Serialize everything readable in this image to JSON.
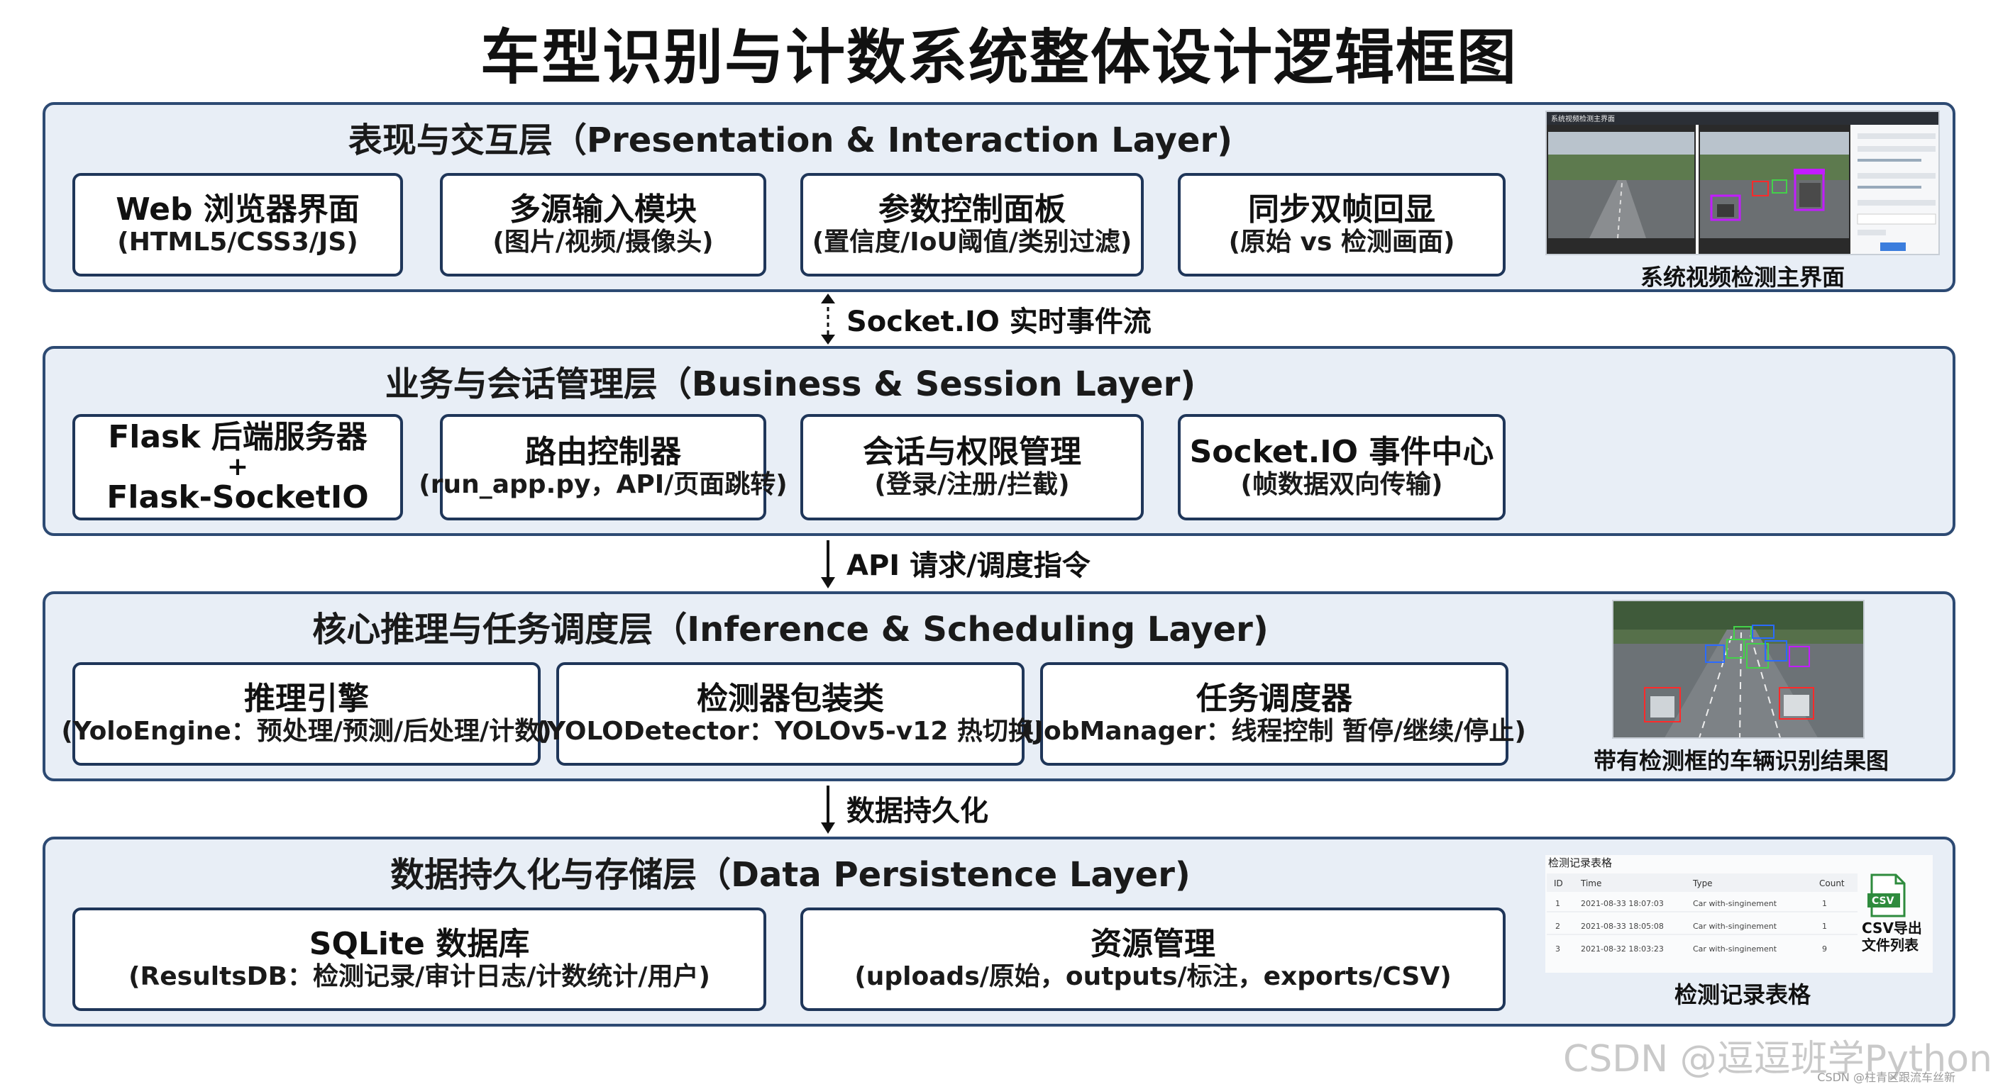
{
  "title": "车型识别与计数系统整体设计逻辑框图",
  "layers": [
    {
      "title": "表现与交互层（Presentation & Interaction Layer)",
      "boxes": [
        {
          "line1": "Web 浏览器界面",
          "line2": "(HTML5/CSS3/JS)"
        },
        {
          "line1": "多源输入模块",
          "line2": "(图片/视频/摄像头)"
        },
        {
          "line1": "参数控制面板",
          "line2": "(置信度/IoU阈值/类别过滤)"
        },
        {
          "line1": "同步双帧回显",
          "line2": "(原始 vs 检测画面)"
        }
      ],
      "thumb_header": "系统视频检测主界面",
      "caption": "系统视频检测主界面"
    },
    {
      "title": "业务与会话管理层（Business & Session Layer)",
      "boxes": [
        {
          "line1": "Flask 后端服务器",
          "plus": "+",
          "line3": "Flask-SocketIO"
        },
        {
          "line1": "路由控制器",
          "line2": "(run_app.py，API/页面跳转)"
        },
        {
          "line1": "会话与权限管理",
          "line2": "(登录/注册/拦截)"
        },
        {
          "line1": "Socket.IO 事件中心",
          "line2": "(帧数据双向传输)"
        }
      ]
    },
    {
      "title": "核心推理与任务调度层（Inference & Scheduling Layer)",
      "boxes": [
        {
          "line1": "推理引擎",
          "line2": "(YoloEngine：预处理/预测/后处理/计数)"
        },
        {
          "line1": "检测器包装类",
          "line2": "(YOLODetector：YOLOv5-v12 热切换)"
        },
        {
          "line1": "任务调度器",
          "line2": "(JobManager：线程控制 暂停/继续/停止)"
        }
      ],
      "caption": "带有检测框的车辆识别结果图"
    },
    {
      "title": "数据持久化与存储层（Data Persistence Layer)",
      "boxes": [
        {
          "line1": "SQLite 数据库",
          "line2": "(ResultsDB：检测记录/审计日志/计数统计/用户)"
        },
        {
          "line1": "资源管理",
          "line2": "(uploads/原始，outputs/标注，exports/CSV)"
        }
      ],
      "table": {
        "title": "检测记录表格",
        "headers": [
          "ID",
          "Time",
          "Type",
          "Count"
        ],
        "rows": [
          [
            "1",
            "2021-08-33 18:07:03",
            "Car with-singinement",
            "1"
          ],
          [
            "2",
            "2021-08-33 18:05:08",
            "Car with-singinement",
            "1"
          ],
          [
            "3",
            "2021-08-32 18:03:23",
            "Car with-singinement",
            "9"
          ]
        ],
        "csv_badge": "CSV",
        "csv_label1": "CSV导出",
        "csv_label2": "文件列表"
      },
      "caption": "检测记录表格"
    }
  ],
  "connectors": [
    {
      "label": "Socket.IO 实时事件流",
      "direction": "both"
    },
    {
      "label": "API 请求/调度指令",
      "direction": "down"
    },
    {
      "label": "数据持久化",
      "direction": "down"
    }
  ],
  "watermark": "CSDN @逗逗班学Python",
  "watermark_small": "CSDN @柱青区跟流车丝新",
  "colors": {
    "layer_bg": "#e8eef6",
    "layer_border": "#2d4a73",
    "box_border": "#1f3659",
    "detect_purple": "#c21cff",
    "detect_red": "#ff2a2a",
    "detect_blue": "#2a6bff",
    "detect_green": "#44d14a"
  }
}
